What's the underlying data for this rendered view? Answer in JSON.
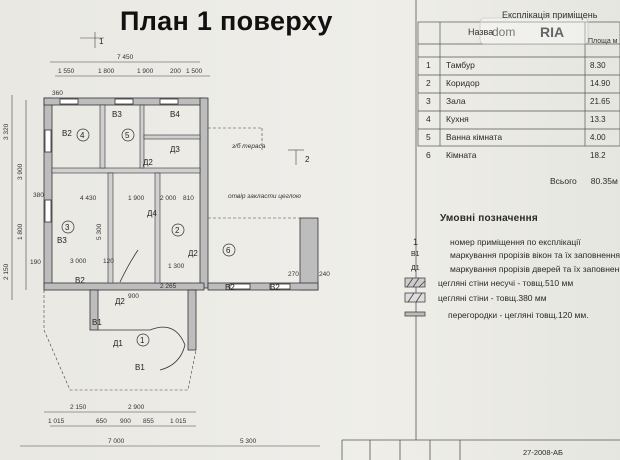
{
  "page": {
    "title": "План 1 поверху"
  },
  "logo": {
    "text": "RIA",
    "sub": "dom"
  },
  "explication": {
    "header": "Експлікація приміщень",
    "col_name": "Назва",
    "col_area": "Площа м",
    "rows": [
      {
        "n": "1",
        "name": "Тамбур",
        "area": "8.30"
      },
      {
        "n": "2",
        "name": "Коридор",
        "area": "14.90"
      },
      {
        "n": "3",
        "name": "Зала",
        "area": "21.65"
      },
      {
        "n": "4",
        "name": "Кухня",
        "area": "13.3"
      },
      {
        "n": "5",
        "name": "Ванна кімната",
        "area": "4.00"
      },
      {
        "n": "6",
        "name": "Кімната",
        "area": "18.2"
      }
    ],
    "total_label": "Всього",
    "total_value": "80.35м"
  },
  "legend": {
    "title": "Умовні позначення",
    "items": [
      {
        "mark": "1",
        "text": "номер приміщення по експлікації"
      },
      {
        "mark": "В1",
        "text": "маркування прорізів вікон та їх заповнення"
      },
      {
        "mark": "Д1",
        "text": "маркування прорізів дверей та їх заповнення"
      },
      {
        "mark": "",
        "text": "цегляні стіни несучі - товщ.510 мм"
      },
      {
        "mark": "",
        "text": "цегляні стіни - товщ.380 мм"
      },
      {
        "mark": "",
        "text": "перегородки - цегляні товщ.120 мм."
      }
    ]
  },
  "plan": {
    "dims_top": {
      "total": "7 450",
      "parts": [
        "1 550",
        "1 800",
        "1 900",
        "200",
        "1 500"
      ]
    },
    "dims_bottom": {
      "parts": [
        "2 150",
        "2 900"
      ],
      "sub": [
        "1 015",
        "650",
        "900",
        "855",
        "1 015"
      ],
      "total": "7 000",
      "right": "5 300"
    },
    "dims_left": [
      "3 320",
      "3 900",
      "1 800",
      "2 150"
    ],
    "rooms": {
      "r1": "1",
      "r2": "2",
      "r3": "3",
      "r4": "4",
      "r5": "5",
      "r6": "6"
    },
    "windows": {
      "w1": "В1",
      "w2": "В2",
      "w3": "В3",
      "w4": "В4"
    },
    "doors": {
      "d1": "Д1",
      "d2": "Д2",
      "d3": "Д3",
      "d4": "Д4"
    },
    "notes": {
      "terrace": "з/б тераса",
      "wall": "отвір закласти цеглою"
    },
    "section_marks": [
      "1",
      "2"
    ],
    "inner_dims": [
      "4 430",
      "1 900",
      "2 000",
      "810",
      "3 000",
      "900",
      "2 265",
      "1 300",
      "5 300",
      "380",
      "190",
      "120",
      "360",
      "270",
      "240"
    ]
  },
  "doc": {
    "number": "27-2008-АБ"
  }
}
